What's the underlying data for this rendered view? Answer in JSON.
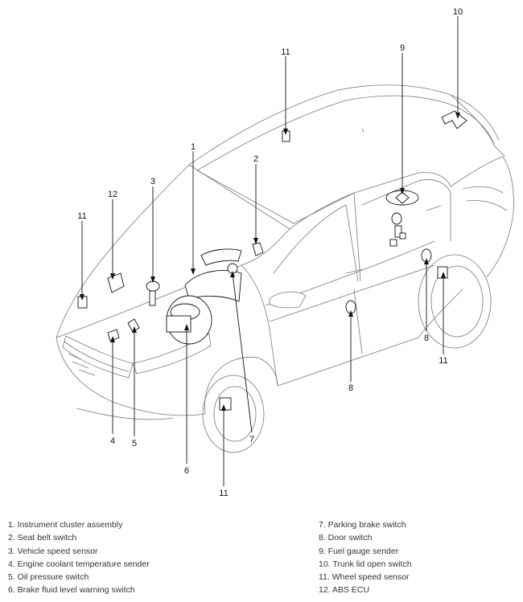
{
  "callouts": {
    "c1": "1",
    "c2": "2",
    "c3": "3",
    "c4": "4",
    "c5": "5",
    "c6": "6",
    "c7": "7",
    "c8a": "8",
    "c8b": "8",
    "c9": "9",
    "c10": "10",
    "c11_roof": "11",
    "c11_front": "11",
    "c11_frontwheel": "11",
    "c11_rearwheel": "11",
    "c12": "12"
  },
  "legend": {
    "left": [
      "1. Instrument cluster assembly",
      "2. Seat belt switch",
      "3. Vehicle speed sensor",
      "4. Engine coolant temperature sender",
      "5. Oil pressure switch",
      "6. Brake fluid level warning switch"
    ],
    "right": [
      "7. Parking brake switch",
      "8. Door switch",
      "9. Fuel gauge sender",
      "10. Trunk lid open switch",
      "11. Wheel speed sensor",
      "12. ABS ECU"
    ]
  }
}
